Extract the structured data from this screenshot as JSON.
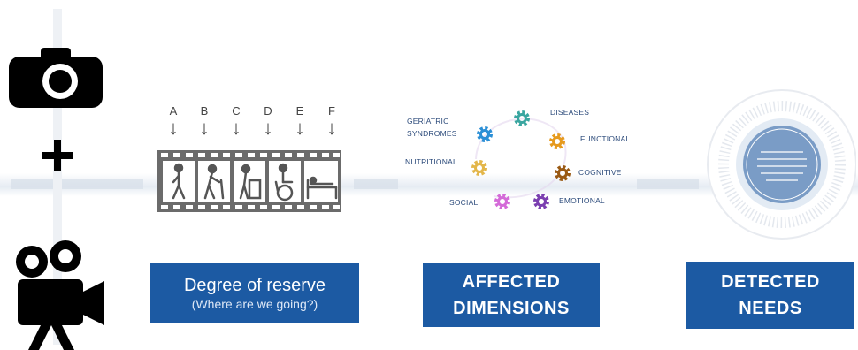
{
  "film_letters": [
    "A",
    "B",
    "C",
    "D",
    "E",
    "F"
  ],
  "reserve_box": {
    "title": "Degree of reserve",
    "subtitle": "(Where are we going?)"
  },
  "affected_box": {
    "line1": "AFFECTED",
    "line2": "DIMENSIONS"
  },
  "needs_box": {
    "line1": "DETECTED",
    "line2": "NEEDS"
  },
  "dimensions": {
    "geriatric": "GERIATRIC",
    "syndromes": "SYNDROMES",
    "diseases": "DISEASES",
    "functional": "FUNCTIONAL",
    "nutritional": "NUTRITIONAL",
    "cognitive": "COGNITIVE",
    "social": "SOCIAL",
    "emotional": "EMOTIONAL"
  },
  "gear_colors": {
    "syndromes": "#2b8fd6",
    "diseases": "#3aa6a0",
    "functional": "#e69a1e",
    "nutritional": "#e3b64a",
    "cognitive": "#9a5a14",
    "social": "#d46ad8",
    "emotional": "#7b3fb0"
  },
  "accent_color": "#1c5aa3",
  "icons": [
    "camera-icon",
    "plus-icon",
    "movie-camera-icon",
    "gear-icon"
  ]
}
